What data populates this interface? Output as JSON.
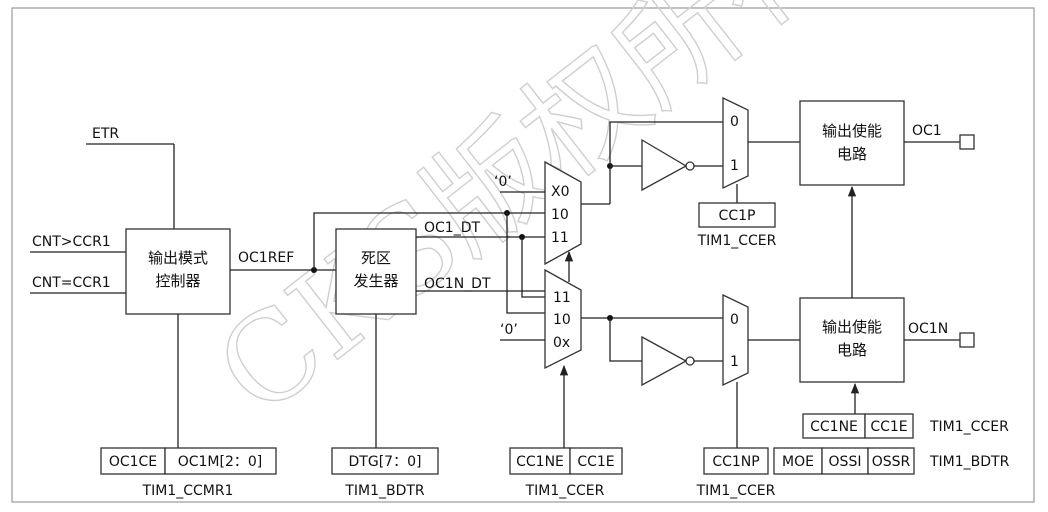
{
  "signals": {
    "etr": "ETR",
    "cnt_gt": "CNT>CCR1",
    "cnt_eq": "CNT=CCR1",
    "oc1ref": "OC1REF",
    "oc1_dt": "OC1_DT",
    "oc1n_dt": "OC1N_DT",
    "zero_top": "‘0’",
    "zero_bottom": "‘0’",
    "oc1": "OC1",
    "oc1n": "OC1N"
  },
  "blocks": {
    "mode_ctrl": {
      "line1": "输出模式",
      "line2": "控制器"
    },
    "dead_time": {
      "line1": "死区",
      "line2": "发生器"
    },
    "enable_top": {
      "line1": "输出使能",
      "line2": "电路"
    },
    "enable_bottom": {
      "line1": "输出使能",
      "line2": "电路"
    }
  },
  "mux_top": {
    "in0": "X0",
    "in1": "10",
    "in2": "11"
  },
  "mux_bottom": {
    "in0": "11",
    "in1": "10",
    "in2": "0x"
  },
  "sel_top": {
    "in0": "0",
    "in1": "1"
  },
  "sel_bottom": {
    "in0": "0",
    "in1": "1"
  },
  "registers": {
    "ccmr1": {
      "fields": [
        "OC1CE",
        "OC1M[2：0]"
      ],
      "name": "TIM1_CCMR1"
    },
    "bdtr_dtg": {
      "fields": [
        "DTG[7：0]"
      ],
      "name": "TIM1_BDTR"
    },
    "ccer_mux": {
      "fields": [
        "CC1NE",
        "CC1E"
      ],
      "name": "TIM1_CCER"
    },
    "ccer_p": {
      "fields": [
        "CC1P"
      ],
      "name": "TIM1_CCER"
    },
    "ccer_np": {
      "fields": [
        "CC1NP"
      ],
      "name": "TIM1_CCER"
    },
    "ccer_en": {
      "fields": [
        "CC1NE",
        "CC1E"
      ],
      "name": "TIM1_CCER"
    },
    "bdtr_en": {
      "fields": [
        "MOE",
        "OSSI",
        "OSSR"
      ],
      "name": "TIM1_BDTR"
    }
  },
  "watermark": "CKS版权所有"
}
